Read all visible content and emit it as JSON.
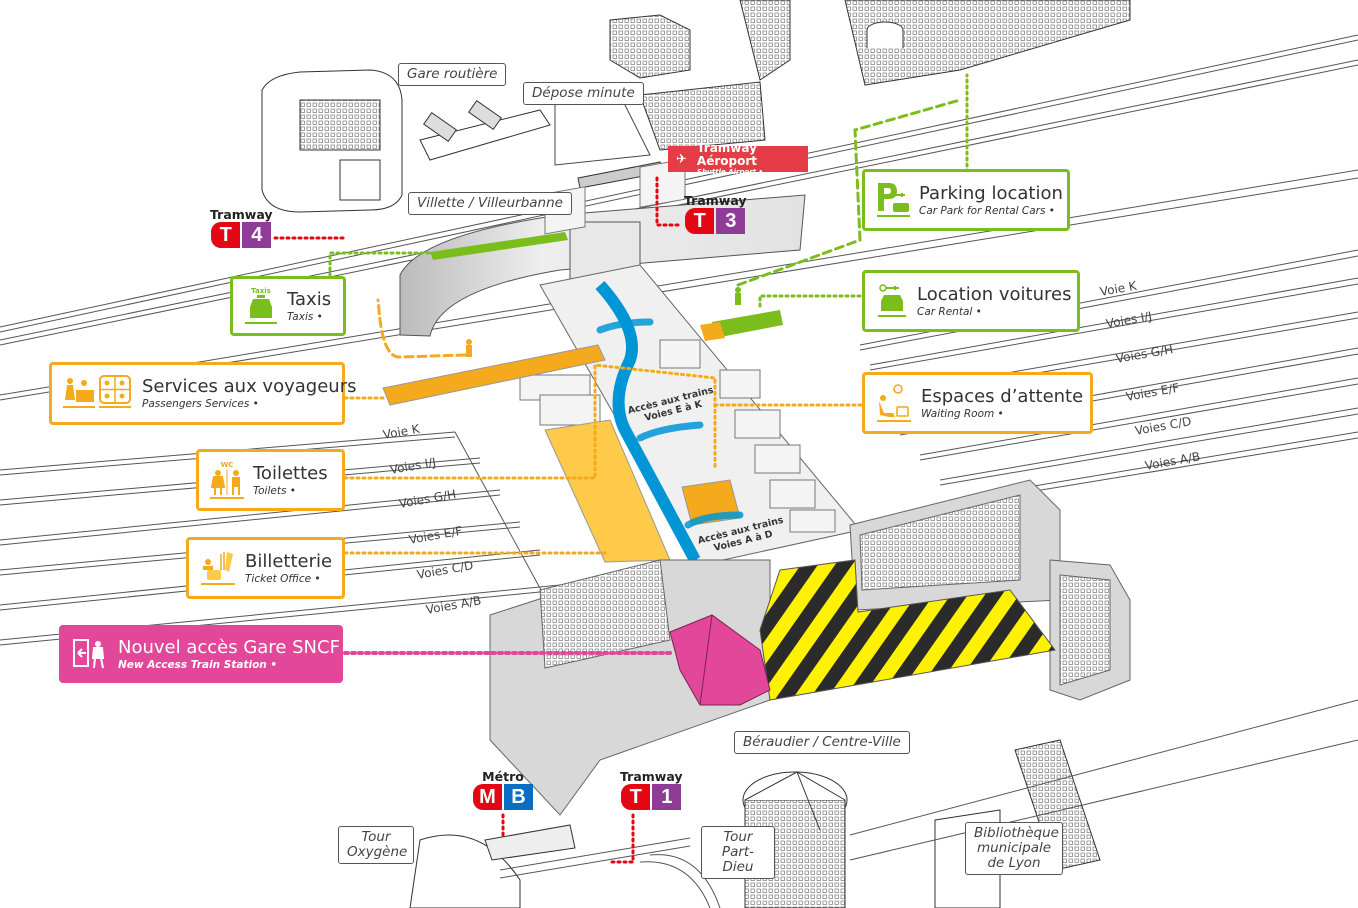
{
  "map": {
    "title": "Gare Part-Dieu access map",
    "colors": {
      "green": "#7cbd1e",
      "orange": "#f5a91c",
      "pink": "#e3479a",
      "blue": "#0096d6",
      "red": "#e30613",
      "purple": "#8e3c97",
      "metro_blue": "#0a6fc2",
      "hazard_yellow": "#fff200"
    }
  },
  "places": {
    "gare_routiere": "Gare routière",
    "depose_minute": "Dépose minute",
    "villette": "Villette / Villeurbanne",
    "beraudier": "Béraudier / Centre-Ville",
    "tour_oxygene": "Tour Oxygène",
    "tour_part_dieu": "Tour Part-Dieu",
    "bibliotheque": "Bibliothèque municipale de Lyon"
  },
  "transit": {
    "tramway_aeroport": {
      "title": "Tramway Aéroport",
      "subtitle": "Shuttle Airport •",
      "icon": "plane-icon"
    },
    "t4": {
      "caption": "Tramway",
      "mode": "T",
      "line": "4"
    },
    "t3": {
      "caption": "Tramway",
      "mode": "T",
      "line": "3"
    },
    "metro_b": {
      "caption": "Métro",
      "mode": "M",
      "line": "B"
    },
    "t1": {
      "caption": "Tramway",
      "mode": "T",
      "line": "1"
    }
  },
  "services": [
    {
      "id": "parking",
      "title": "Parking location",
      "subtitle": "Car Park for Rental Cars •",
      "color": "green",
      "icon": "parking-car-icon"
    },
    {
      "id": "location",
      "title": "Location voitures",
      "subtitle": "Car Rental •",
      "color": "green",
      "icon": "car-key-icon"
    },
    {
      "id": "taxis",
      "title": "Taxis",
      "subtitle": "Taxis •",
      "color": "green",
      "icon": "taxi-icon",
      "icon_caption": "Taxis"
    },
    {
      "id": "services",
      "title": "Services aux voyageurs",
      "subtitle": "Passengers Services •",
      "color": "orange",
      "icon": "passenger-services-icon"
    },
    {
      "id": "attente",
      "title": "Espaces d’attente",
      "subtitle": "Waiting Room •",
      "color": "orange",
      "icon": "waiting-room-icon"
    },
    {
      "id": "toilettes",
      "title": "Toilettes",
      "subtitle": "Toilets •",
      "color": "orange",
      "icon": "toilets-icon",
      "icon_caption": "WC"
    },
    {
      "id": "billetterie",
      "title": "Billetterie",
      "subtitle": "Ticket Office •",
      "color": "orange",
      "icon": "ticket-office-icon"
    },
    {
      "id": "nouvel_acces",
      "title": "Nouvel accès Gare SNCF",
      "subtitle": "New Access Train Station •",
      "color": "pink",
      "icon": "new-access-door-icon"
    }
  ],
  "tracks": [
    "Voie K",
    "Voies I/J",
    "Voies G/H",
    "Voies E/F",
    "Voies C/D",
    "Voies A/B"
  ],
  "access": {
    "ek": [
      "Accès aux trains",
      "Voies E à K"
    ],
    "ad": [
      "Accès aux trains",
      "Voies A à D"
    ]
  }
}
